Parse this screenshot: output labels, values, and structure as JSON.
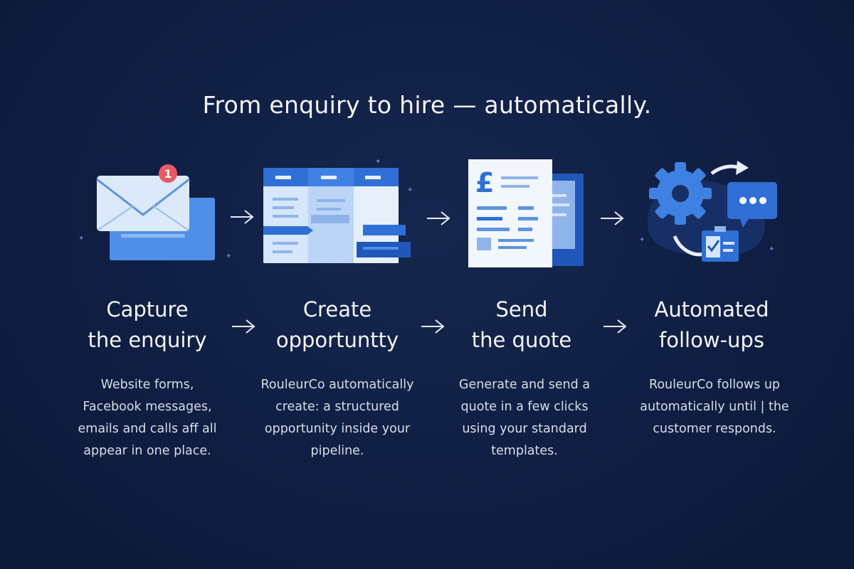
{
  "title": "From enquiry to hire — automatically.",
  "icons": {
    "notification_badge": "1",
    "quote_currency": "£"
  },
  "colors": {
    "background": "#0f1e42",
    "accent_blue": "#2f6fd6",
    "light_blue": "#d6e6fb",
    "badge_red": "#e85a63"
  },
  "steps": [
    {
      "title_lines": [
        "Capture",
        "the enquiry"
      ],
      "desc_lines": [
        "Website forms,",
        "Facebook messages,",
        "emails and calls aff all",
        "appear in one place."
      ],
      "icon": "envelope-icon"
    },
    {
      "title_lines": [
        "Create",
        "opportuntty"
      ],
      "desc_lines": [
        "RouleurCo automatically",
        "create: a structured",
        "opportunity inside your",
        "pipeline."
      ],
      "icon": "pipeline-board-icon"
    },
    {
      "title_lines": [
        "Send",
        "the quote"
      ],
      "desc_lines": [
        "Generate and send a",
        "quote in a few clicks",
        "using your standard",
        "templates."
      ],
      "icon": "quote-document-icon"
    },
    {
      "title_lines": [
        "Automated",
        "follow-ups"
      ],
      "desc_lines": [
        "RouleurCo follows up",
        "automatically until | the",
        "customer responds."
      ],
      "icon": "automation-gear-icon"
    }
  ]
}
